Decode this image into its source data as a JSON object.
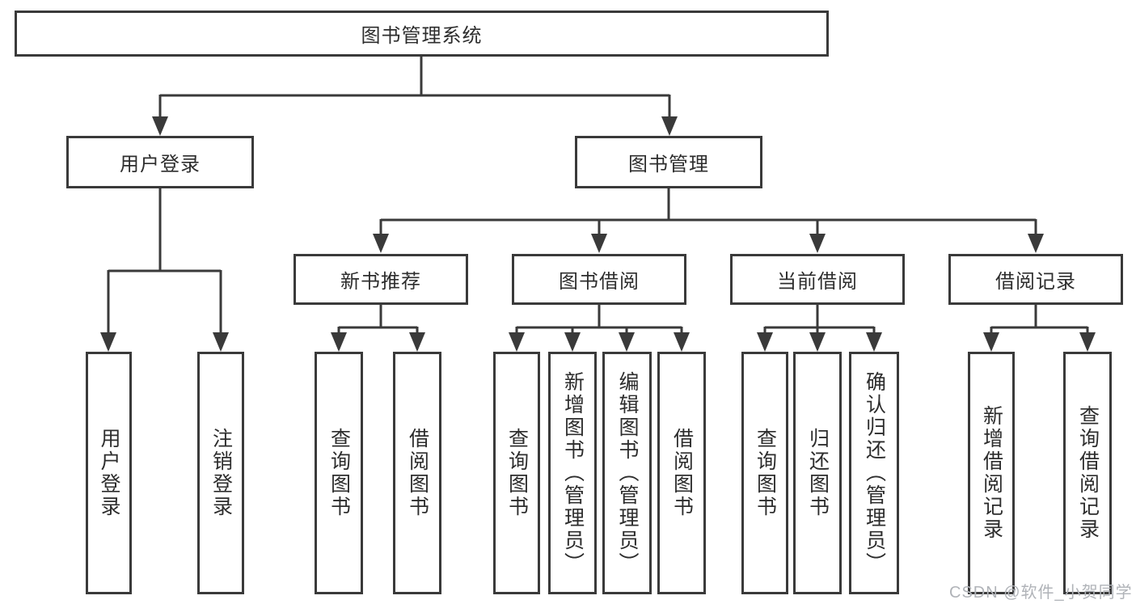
{
  "diagram_type": "hierarchy-tree",
  "watermark": "CSDN @软件_小贺同学",
  "colors": {
    "line": "#3a3a3a",
    "box_border": "#3a3a3a",
    "box_fill": "#ffffff",
    "text": "#2d2d2d",
    "watermark_text": "#b0b3b8"
  },
  "tree": {
    "label": "图书管理系统",
    "children": [
      {
        "label": "用户登录",
        "children": [
          {
            "label": "用户登录"
          },
          {
            "label": "注销登录"
          }
        ]
      },
      {
        "label": "图书管理",
        "children": [
          {
            "label": "新书推荐",
            "children": [
              {
                "label": "查询图书"
              },
              {
                "label": "借阅图书"
              }
            ]
          },
          {
            "label": "图书借阅",
            "children": [
              {
                "label": "查询图书"
              },
              {
                "label": "新增图书（管理员）"
              },
              {
                "label": "编辑图书（管理员）"
              },
              {
                "label": "借阅图书"
              }
            ]
          },
          {
            "label": "当前借阅",
            "children": [
              {
                "label": "查询图书"
              },
              {
                "label": "归还图书"
              },
              {
                "label": "确认归还（管理员）"
              }
            ]
          },
          {
            "label": "借阅记录",
            "children": [
              {
                "label": "新增借阅记录"
              },
              {
                "label": "查询借阅记录"
              }
            ]
          }
        ]
      }
    ]
  }
}
